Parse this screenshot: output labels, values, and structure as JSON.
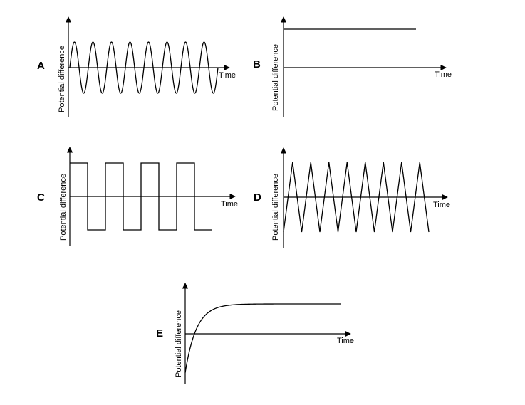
{
  "panels": [
    {
      "letter": "A",
      "x_label": "Time",
      "y_label": "Potential difference",
      "waveform": "sine",
      "cycles": 8,
      "amplitude": 1.0
    },
    {
      "letter": "B",
      "x_label": "Time",
      "y_label": "Potential difference",
      "waveform": "constant",
      "level": 1.0
    },
    {
      "letter": "C",
      "x_label": "Time",
      "y_label": "Potential difference",
      "waveform": "square",
      "cycles": 4,
      "amplitude": 1.0
    },
    {
      "letter": "D",
      "x_label": "Time",
      "y_label": "Potential difference",
      "waveform": "triangle",
      "cycles": 8,
      "amplitude": 1.0
    },
    {
      "letter": "E",
      "x_label": "Time",
      "y_label": "Potential difference",
      "waveform": "charging",
      "start": -1.3,
      "final": 1.0
    }
  ]
}
